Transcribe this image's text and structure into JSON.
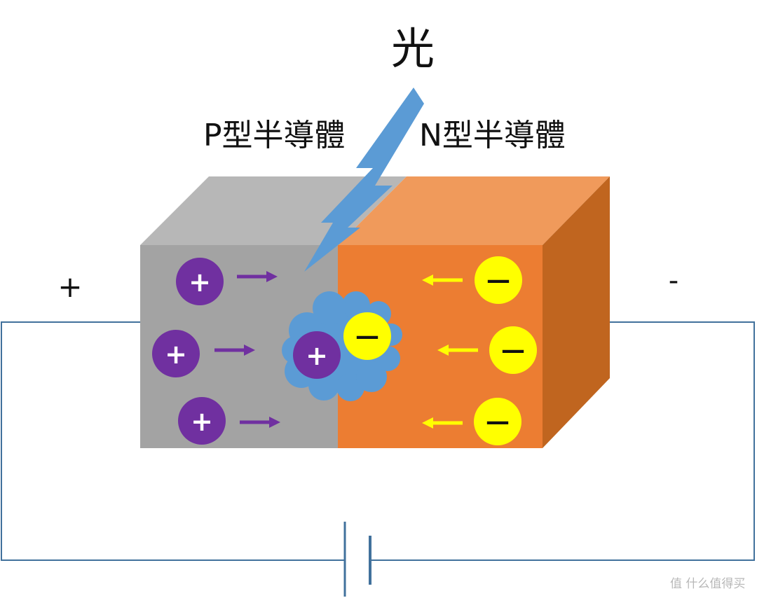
{
  "labels": {
    "light": "光",
    "p_type": "P型半導體",
    "n_type": "N型半導體",
    "positive_terminal": "+",
    "negative_terminal": "-"
  },
  "particles": {
    "hole_sign": "+",
    "electron_sign": "—"
  },
  "watermark": {
    "text": "值 什么值得买"
  },
  "colors": {
    "p_front": "#a3a3a3",
    "p_top": "#b7b7b7",
    "n_front": "#ec7d32",
    "n_top": "#f09a5b",
    "n_side": "#c0651f",
    "hole_fill": "#7030a0",
    "electron_fill": "#ffff00",
    "lightning": "#5b9bd5",
    "wire": "#41719c"
  }
}
